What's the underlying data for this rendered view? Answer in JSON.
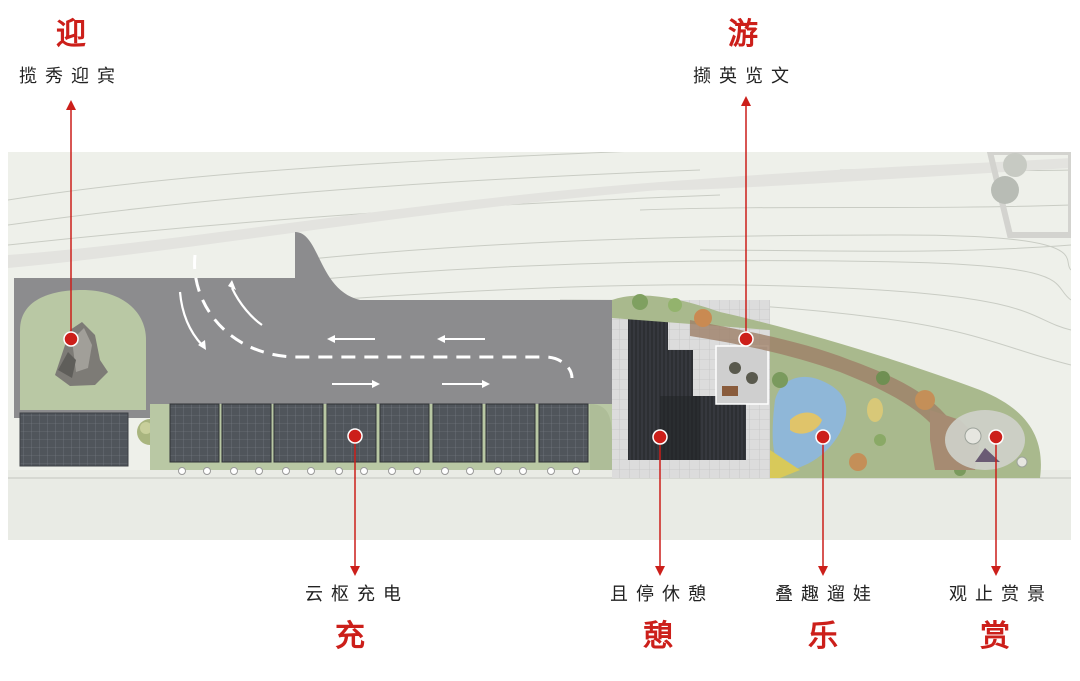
{
  "zones": [
    {
      "id": "welcome",
      "title": "迎",
      "subtitle": "揽秀迎宾"
    },
    {
      "id": "tour",
      "title": "游",
      "subtitle": "撷英览文"
    },
    {
      "id": "charge",
      "title": "充",
      "subtitle": "云枢充电"
    },
    {
      "id": "rest",
      "title": "憩",
      "subtitle": "且停休憩"
    },
    {
      "id": "play",
      "title": "乐",
      "subtitle": "叠趣遛娃"
    },
    {
      "id": "view",
      "title": "赏",
      "subtitle": "观止赏景"
    }
  ],
  "colors": {
    "accent": "#cc1f1a",
    "asphalt": "#8a8a8c",
    "lawn": "#c2cfae",
    "solar": "#55595e",
    "background_terrain": "#eef0ea"
  }
}
